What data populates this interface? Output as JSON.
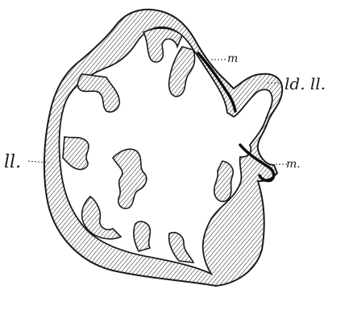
{
  "labels": {
    "ll_left": "ll.",
    "m_top": "m",
    "ld_ll": "ld. ll.",
    "m_right": "m."
  }
}
